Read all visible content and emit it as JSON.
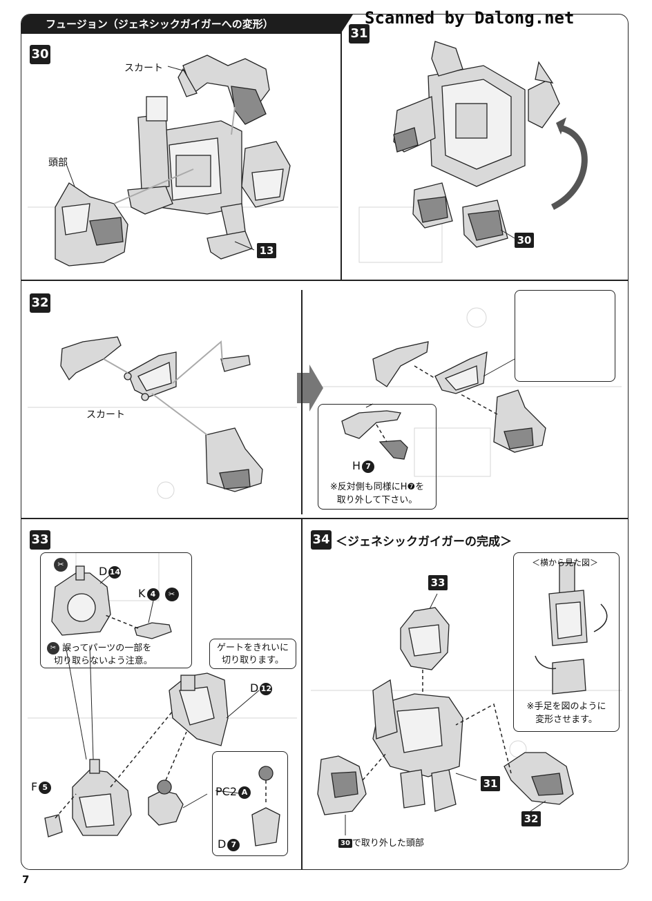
{
  "watermark": "Scanned by Dalong.net",
  "header": {
    "title": "フュージョン（ジェネシックガイガーへの変形）"
  },
  "page_number": "7",
  "steps": {
    "s30": {
      "number": "30",
      "label_skirt": "スカート",
      "label_head": "頭部",
      "ref_tag": "13"
    },
    "s31": {
      "number": "31",
      "ref_tag": "30"
    },
    "s32": {
      "number": "32",
      "label_skirt": "スカート",
      "detail_part": "H",
      "detail_part_num": "7",
      "note_line1": "※反対側も同様にH❼を",
      "note_line2": "取り外して下さい。"
    },
    "s33": {
      "number": "33",
      "part_d14": "D",
      "part_d14_num": "14",
      "part_k4": "K",
      "part_k4_num": "4",
      "caution_line1": "誤ってパーツの一部を",
      "caution_line2": "切り取らないよう注意。",
      "gate_line1": "ゲートをきれいに",
      "gate_line2": "切り取ります。",
      "part_d12": "D",
      "part_d12_num": "12",
      "part_f5": "F",
      "part_f5_num": "5",
      "part_pc2": "PC2",
      "part_pc2_letter": "A",
      "part_d7": "D",
      "part_d7_num": "7"
    },
    "s34": {
      "number": "34",
      "title": "＜ジェネシックガイガーの完成＞",
      "side_view_title": "＜横から見た図＞",
      "side_note_line1": "※手足を図のように",
      "side_note_line2": "変形させます。",
      "tag_33": "33",
      "tag_31": "31",
      "tag_32": "32",
      "head_ref": "30",
      "head_caption": "で取り外した頭部"
    }
  }
}
